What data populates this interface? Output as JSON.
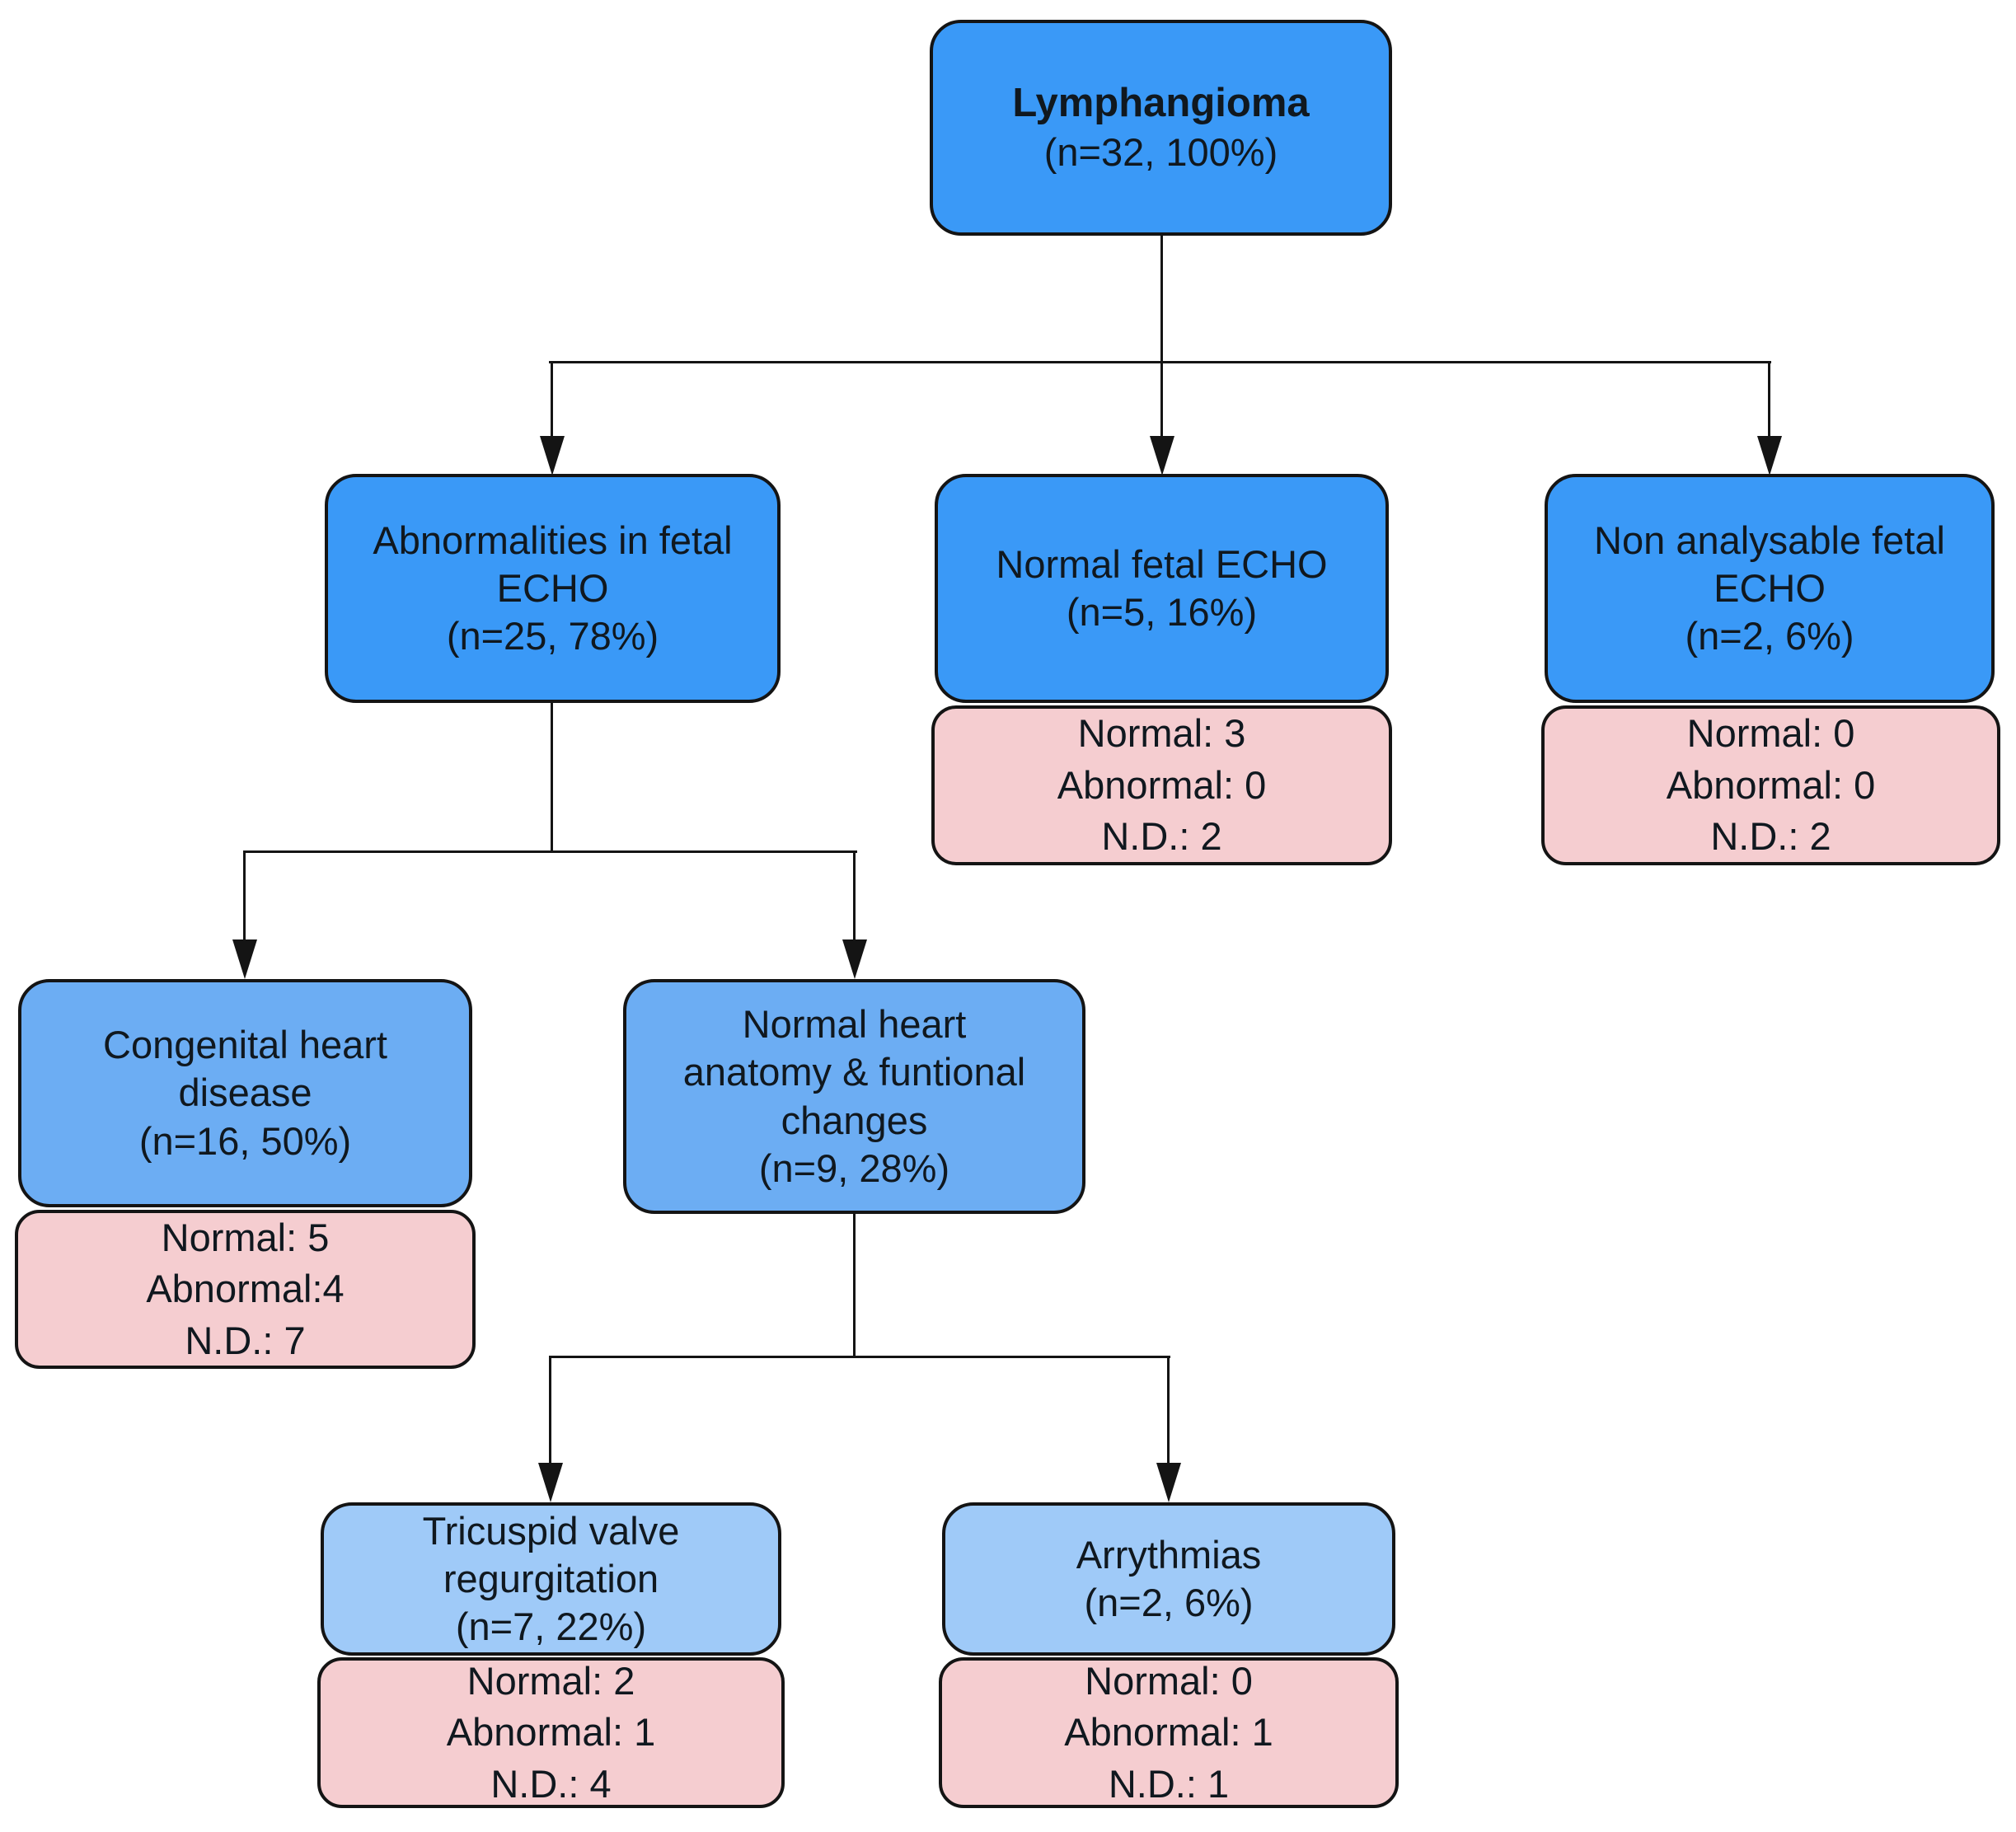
{
  "boxes": {
    "lymphangioma": {
      "lines": [
        "Lymphangioma",
        "(n=32, 100%)"
      ]
    },
    "abnormal_fetal_echo": {
      "lines": [
        "Abnormalities in fetal",
        "ECHO",
        "(n=25, 78%)"
      ]
    },
    "normal_fetal_echo": {
      "lines": [
        "Normal fetal ECHO",
        "(n=5, 16%)"
      ]
    },
    "non_analysable_fetal_echo": {
      "lines": [
        "Non analysable fetal",
        "ECHO",
        "(n=2, 6%)"
      ]
    },
    "congenital_heart_disease": {
      "lines": [
        "Congenital heart",
        "disease",
        "(n=16, 50%)"
      ]
    },
    "normal_heart_anatomy": {
      "lines": [
        "Normal heart",
        "anatomy & funtional",
        "changes",
        "(n=9, 28%)"
      ]
    },
    "tricuspid_valve_regurgitation": {
      "lines": [
        "Tricuspid valve",
        "regurgitation",
        "(n=7, 22%)"
      ]
    },
    "arrythmias": {
      "lines": [
        "Arrythmias",
        "(n=2, 6%)"
      ]
    }
  },
  "outcomes": {
    "normal_fetal_echo": {
      "lines": [
        "Normal: 3",
        "Abnormal: 0",
        "N.D.: 2"
      ]
    },
    "non_analysable_fetal_echo": {
      "lines": [
        "Normal: 0",
        "Abnormal: 0",
        "N.D.: 2"
      ]
    },
    "congenital_heart_disease": {
      "lines": [
        "Normal: 5",
        "Abnormal:4",
        "N.D.: 7"
      ]
    },
    "tricuspid_valve_regurgitation": {
      "lines": [
        "Normal: 2",
        "Abnormal: 1",
        "N.D.: 4"
      ]
    },
    "arrythmias": {
      "lines": [
        "Normal: 0",
        "Abnormal: 1",
        "N.D.: 1"
      ]
    }
  },
  "colors": {
    "node_primary_blue": "#3A99F7",
    "node_secondary_blue": "#6CADF3",
    "node_tertiary_blue": "#9FCAF8",
    "outcome_pink": "#F5CDD0",
    "border_and_lines": "#141414",
    "background": "#FFFFFF"
  }
}
